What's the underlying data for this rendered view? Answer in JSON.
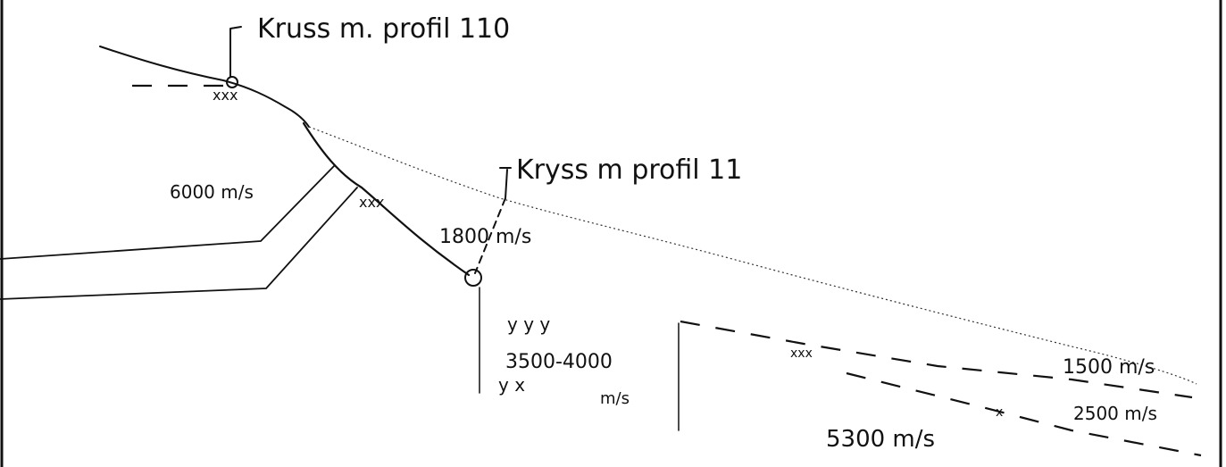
{
  "labels": {
    "cross_profile_110": "Kruss m. profil 110",
    "cross_profile_11": "Kryss m profil 11",
    "velocity_6000": "6000 m/s",
    "velocity_1800": "1800 m/s",
    "velocity_3500_4000": "3500-4000",
    "velocity_3500_4000_unit": "m/s",
    "velocity_1500": "1500 m/s",
    "velocity_2500": "2500 m/s",
    "velocity_5300": "5300 m/s"
  },
  "colors": {
    "ink": "#111111",
    "paper": "#ffffff"
  }
}
